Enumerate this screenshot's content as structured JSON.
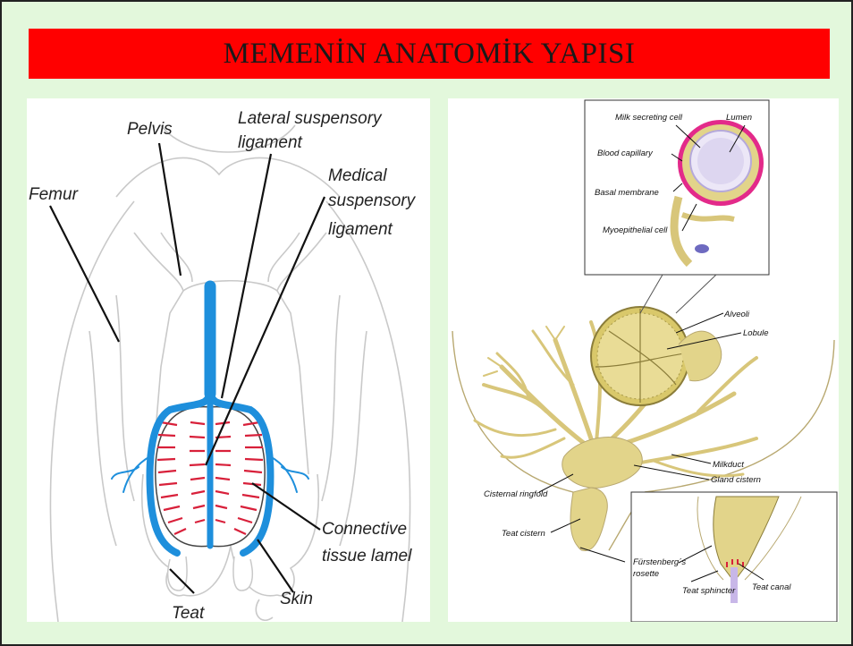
{
  "slide": {
    "title": "MEMENİN ANATOMİK YAPISI",
    "colors": {
      "title_bar": "#ff0000",
      "background": "#e3f8dc",
      "vessel_blue": "#1e8fdc",
      "lamella_red": "#d8203a",
      "gland_tan": "#e2d48a"
    }
  },
  "left_diagram": {
    "labels": {
      "pelvis": "Pelvis",
      "lateral_1": "Lateral suspensory",
      "lateral_2": "ligament",
      "medical_1": "Medical",
      "medical_2": "suspensory",
      "medical_3": "ligament",
      "femur": "Femur",
      "connective_1": "Connective",
      "connective_2": "tissue lamel",
      "skin": "Skin",
      "teat": "Teat"
    }
  },
  "right_diagram": {
    "labels": {
      "milk_secreting_cell": "Milk secreting cell",
      "lumen": "Lumen",
      "blood_capillary": "Blood capillary",
      "basal_membrane": "Basal membrane",
      "myoepithelial_cell": "Myoepithelial cell",
      "alveoli": "Alveoli",
      "lobule": "Lobule",
      "milkduct": "Milkduct",
      "gland_cistern": "Gland cistern",
      "cisternal_ringfold": "Cisternal ringfold",
      "teat_cistern": "Teat cistern",
      "furstenberg_1": "Fürstenberg´s",
      "furstenberg_2": "rosette",
      "teat_sphincter": "Teat sphincter",
      "teat_canal": "Teat canal"
    }
  }
}
